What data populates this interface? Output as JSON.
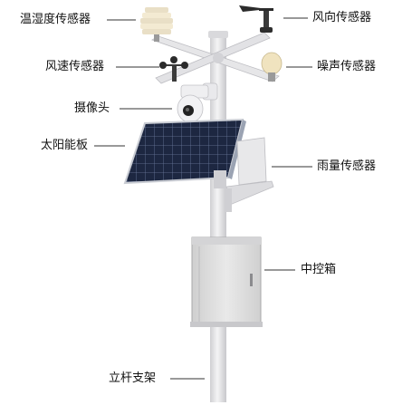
{
  "labels": {
    "temp_humidity_sensor": "温湿度传感器",
    "wind_direction_sensor": "风向传感器",
    "wind_speed_sensor": "风速传感器",
    "noise_sensor": "噪声传感器",
    "camera": "摄像头",
    "solar_panel": "太阳能板",
    "rain_sensor": "雨量传感器",
    "control_box": "中控箱",
    "pole": "立杆支架"
  },
  "colors": {
    "pole": "#e4e4e6",
    "panel": "#1f2a44",
    "box": "#dcdcdc",
    "sensor_cap": "#f2e6c8",
    "text": "#111111"
  }
}
